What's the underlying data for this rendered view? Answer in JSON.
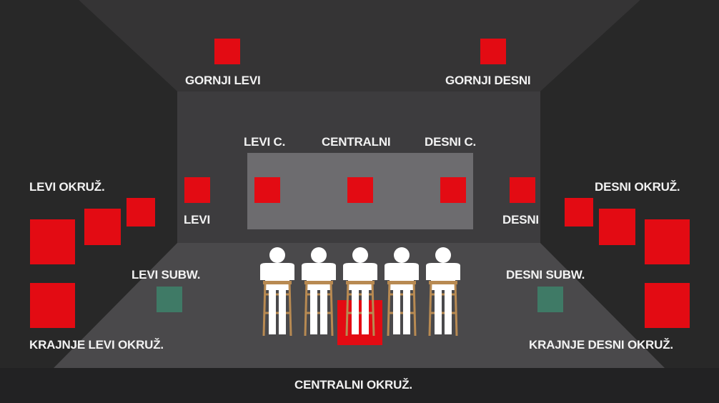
{
  "colors": {
    "background": "#222223",
    "ceiling": "#353435",
    "side_walls": "#282828",
    "back_wall": "#3d3c3e",
    "floor": "#4a494b",
    "screen": "#6d6c6f",
    "speaker": "#e30b13",
    "subwoofer": "#3f7a66",
    "label": "#f2f2f2",
    "chair": "#b88a52",
    "person": "#ffffff"
  },
  "icons": {
    "speaker": "red-square-icon",
    "subwoofer": "green-square-icon",
    "person": "seated-person-icon"
  },
  "labels": {
    "top_left": "GORNJI LEVI",
    "top_right": "GORNJI DESNI",
    "left_center": "LEVI C.",
    "center": "CENTRALNI",
    "right_center": "DESNI C.",
    "left": "LEVI",
    "right": "DESNI",
    "left_surround": "LEVI OKRUŽ.",
    "right_surround": "DESNI OKRUŽ.",
    "left_sub": "LEVI SUBW.",
    "right_sub": "DESNI SUBW.",
    "far_left_surround": "KRAJNJE LEVI OKRUŽ.",
    "far_right_surround": "KRAJNJE DESNI OKRUŽ.",
    "center_surround": "CENTRALNI OKRUŽ."
  }
}
